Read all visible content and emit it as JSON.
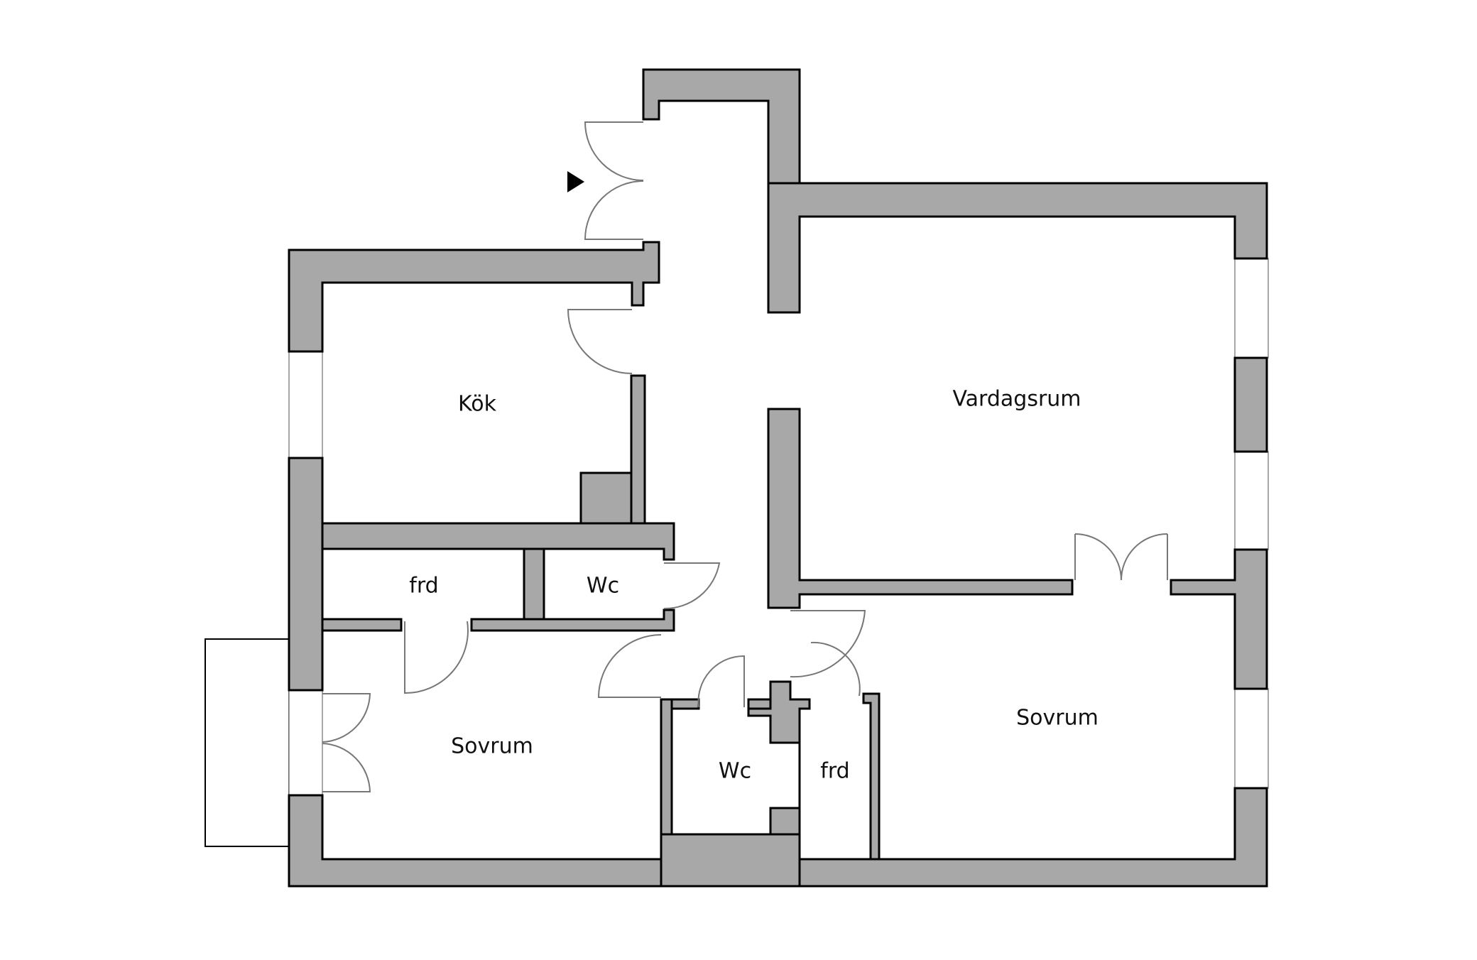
{
  "rooms": {
    "kitchen": "Kök",
    "living_room": "Vardagsrum",
    "closet_left": "frd",
    "wc_upper": "Wc",
    "bedroom_left": "Sovrum",
    "wc_lower": "Wc",
    "closet_lower": "frd",
    "bedroom_right": "Sovrum"
  },
  "colors": {
    "wall_fill": "#a8a8a8",
    "wall_outline": "#000000",
    "door_swing": "#777777",
    "background": "#ffffff"
  },
  "icons": {
    "entrance_marker": "entrance-arrow-icon"
  }
}
